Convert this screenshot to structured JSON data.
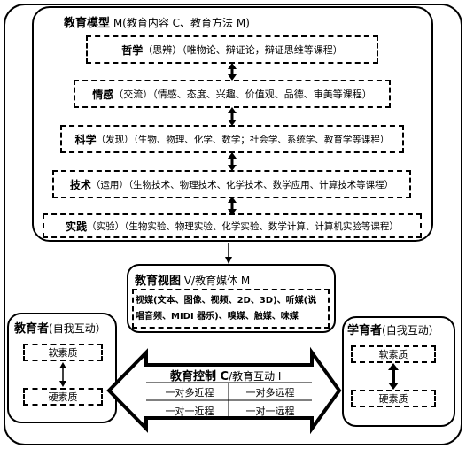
{
  "model": {
    "title_bold": "教育模型",
    "title_rest": " M(教育内容 C、教育方法 M)",
    "layers": [
      {
        "name": "哲学",
        "detail": "（思辨）（唯物论、辩证论，辩证思维等课程）"
      },
      {
        "name": "情感",
        "detail": "（交流）（情感、态度、兴趣、价值观、品德、审美等课程）"
      },
      {
        "name": "科学",
        "detail": "（发现）（生物、物理、化学、数学；社会学、系统学、教育学等课程）"
      },
      {
        "name": "技术",
        "detail": "（运用）（生物技术、物理技术、化学技术、数学应用、计算技术等课程）"
      },
      {
        "name": "实践",
        "detail": "（实验）（生物实验、物理实验、化学实验、数学计算、计算机实验等课程）"
      }
    ]
  },
  "view": {
    "title_bold": "教育视图",
    "title_rest": " V/教育媒体 M",
    "line1": "视媒(文本、图像、视频、2D、3D)、听媒(说",
    "line2": "唱音频、MIDI 器乐)、嗅媒、触媒、味媒"
  },
  "educator": {
    "title_bold": "教育者",
    "title_rest": "(自我互动）",
    "soft": "软素质",
    "hard": "硬素质"
  },
  "learner": {
    "title_bold": "学育者",
    "title_rest": "(自我互动）",
    "soft": "软素质",
    "hard": "硬素质"
  },
  "control": {
    "title_bold": "教育控制 C",
    "title_rest": "/教育互动 I",
    "cells": [
      "一对多近程",
      "一对多远程",
      "一对一近程",
      "一对一远程"
    ]
  }
}
